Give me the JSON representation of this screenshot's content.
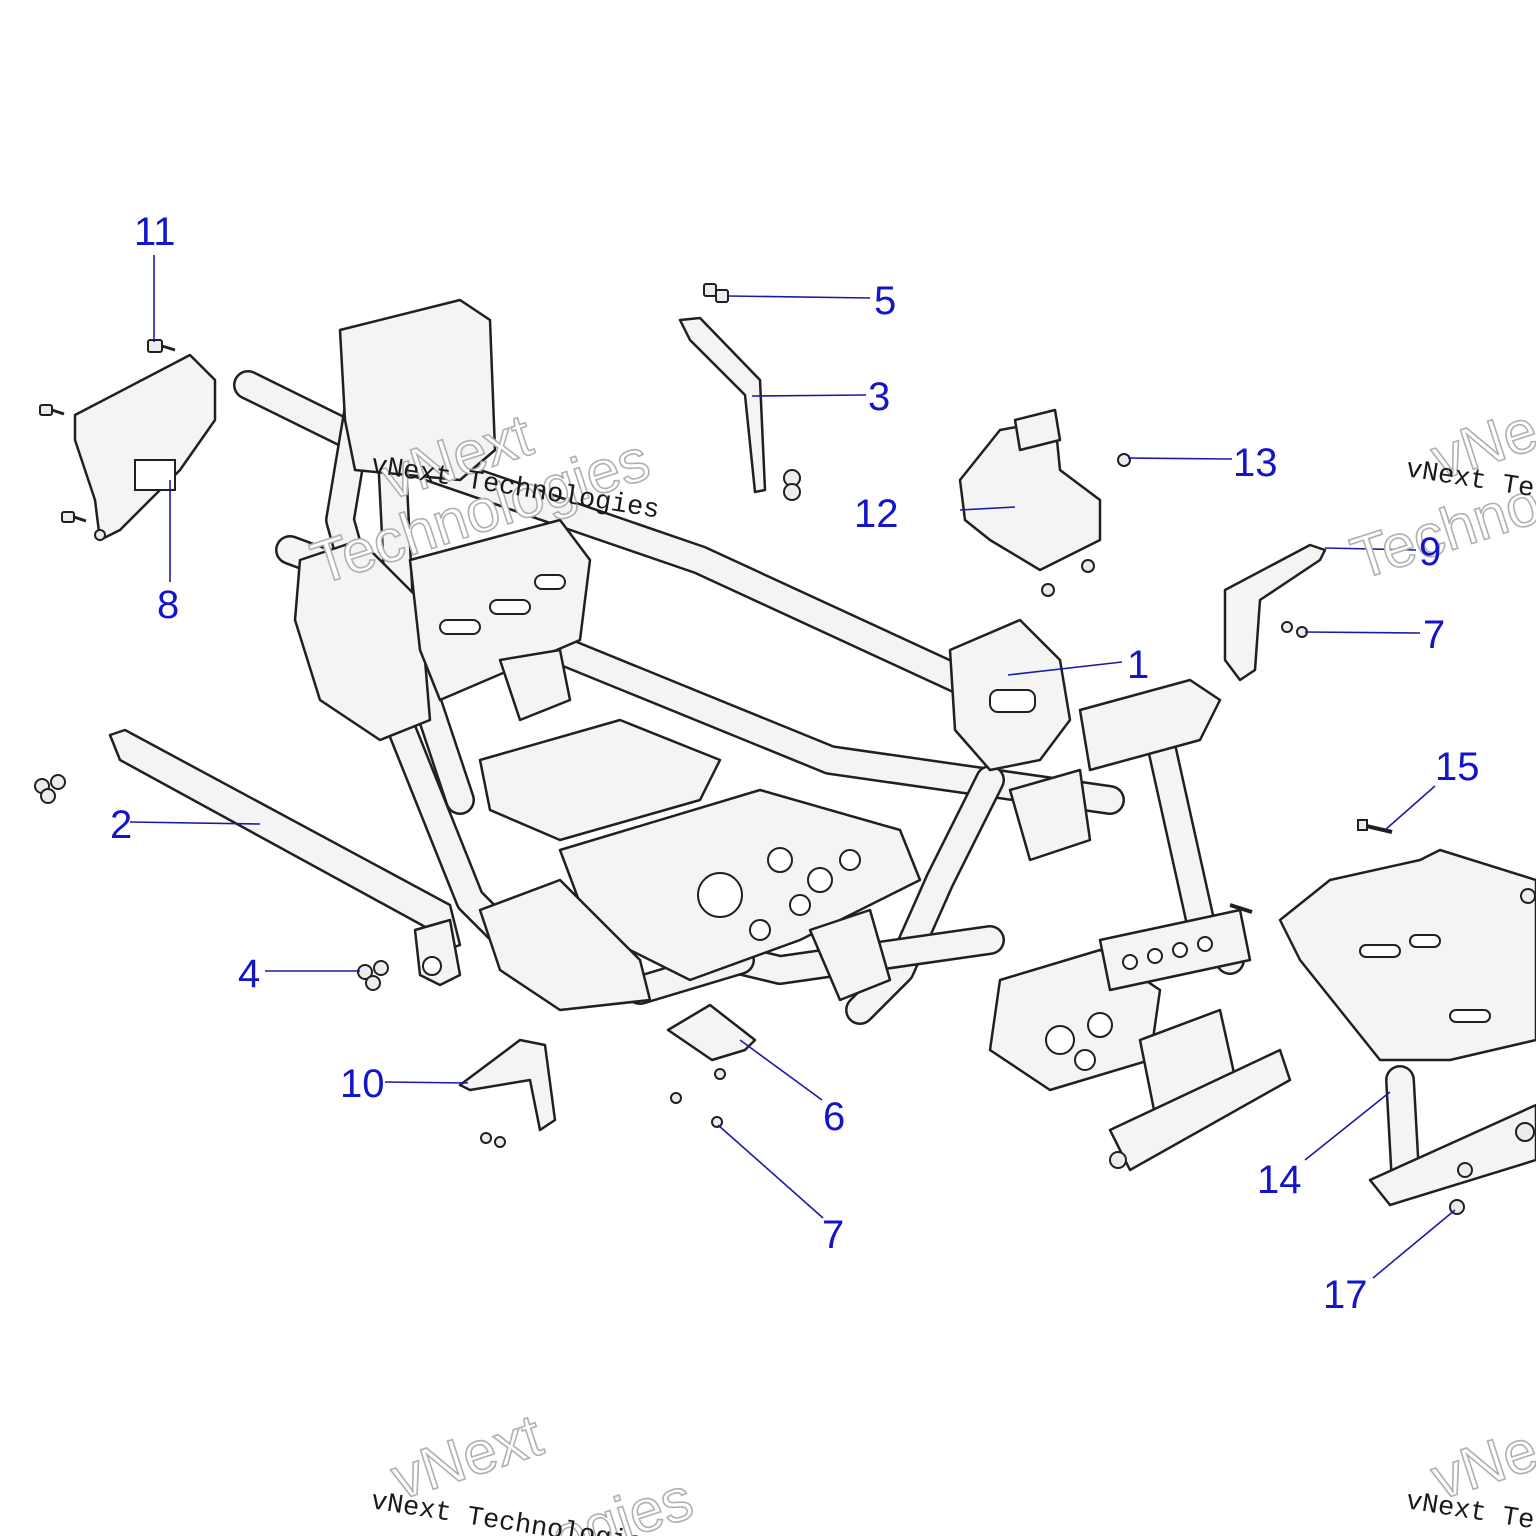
{
  "callouts": {
    "c1": "1",
    "c2": "2",
    "c3": "3",
    "c4": "4",
    "c5": "5",
    "c6": "6",
    "c7a": "7",
    "c7b": "7",
    "c8": "8",
    "c9": "9",
    "c10": "10",
    "c11": "11",
    "c12": "12",
    "c13": "13",
    "c14": "14",
    "c15": "15",
    "c17": "17"
  },
  "watermark": {
    "mono": "vNext Technologies",
    "mono_partial": "vNext Te",
    "big_line1": "vNext",
    "big_line2": "Technologies",
    "big_partial1": "vNe",
    "big_partial2": "Techno",
    "big_bottom": "ogies"
  },
  "colors": {
    "callout": "#1414c8",
    "leader": "#1a1aa6",
    "line": "#202020"
  }
}
